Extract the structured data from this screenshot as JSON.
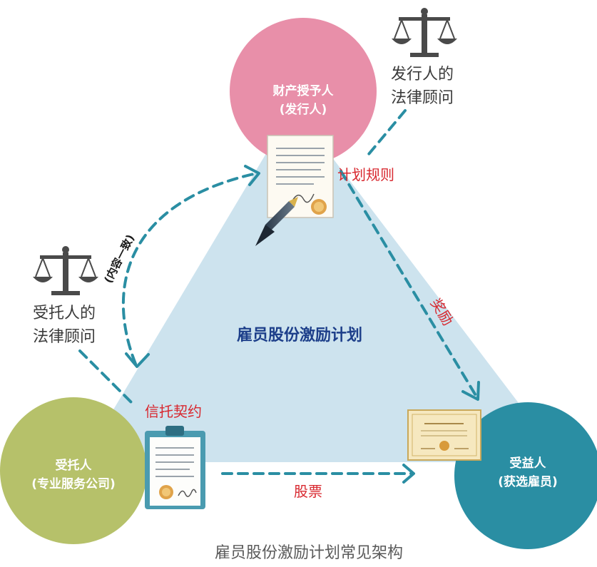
{
  "nodes": {
    "grantor": {
      "line1": "财产授予人",
      "line2": "(发行人)",
      "color": "#e88fa9"
    },
    "trustee": {
      "line1": "受托人",
      "line2": "(专业服务公司)",
      "color": "#b6c16a"
    },
    "beneficiary": {
      "line1": "受益人",
      "line2": "(获选雇员)",
      "color": "#2a8ea3"
    }
  },
  "center_title": "雇员股份激励计划",
  "edge_labels": {
    "plan_rules": "计划规则",
    "reward": "奖励",
    "trust_deed": "信托契约",
    "shares": "股票",
    "consistent": "(内容一致)"
  },
  "advisors": {
    "issuer_counsel": {
      "line1": "发行人的",
      "line2": "法律顾问",
      "icon": "scales-icon"
    },
    "trustee_counsel": {
      "line1": "受托人的",
      "line2": "法律顾问",
      "icon": "scales-icon"
    }
  },
  "caption": "雇员股份激励计划常见架构",
  "colors": {
    "triangle": "#cde3ee",
    "arrow": "#2a8ea3",
    "red_text": "#d8282f",
    "center_text": "#1d3f8a"
  }
}
